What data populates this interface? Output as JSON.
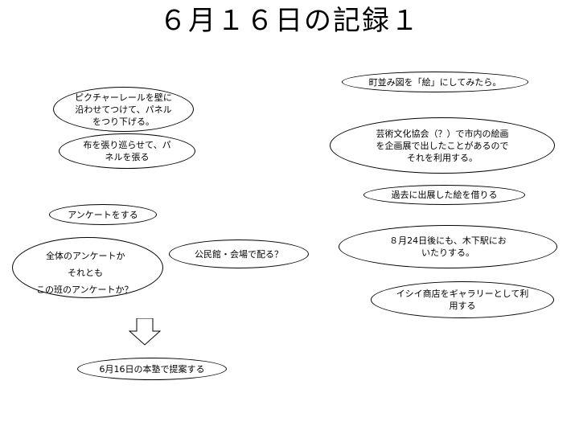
{
  "title": "６月１６日の記録１",
  "nodes": {
    "picture_rail": "ピクチャーレールを壁に沿わせてつけて、パネルをつり下げる。",
    "cloth": "布を張り巡らせて、パネルを張る",
    "survey": "アンケートをする",
    "survey_choice_1": "全体のアンケートか",
    "survey_choice_2": "それとも",
    "survey_choice_3": "この班のアンケートか？",
    "distribute": "公民館・会場で配る？",
    "proposal": "6月16日の本塾で提案する",
    "townscape": "町並み図を「絵」にしてみたら。",
    "arts_assoc": "芸術文化協会（？）で市内の絵画を企画展で出したことがあるのでそれを利用する。",
    "borrow": "過去に出展した絵を借りる",
    "aug24": "８月24日後にも、木下駅においたりする。",
    "ishii": "イシイ商店をギャラリーとして利用する"
  }
}
